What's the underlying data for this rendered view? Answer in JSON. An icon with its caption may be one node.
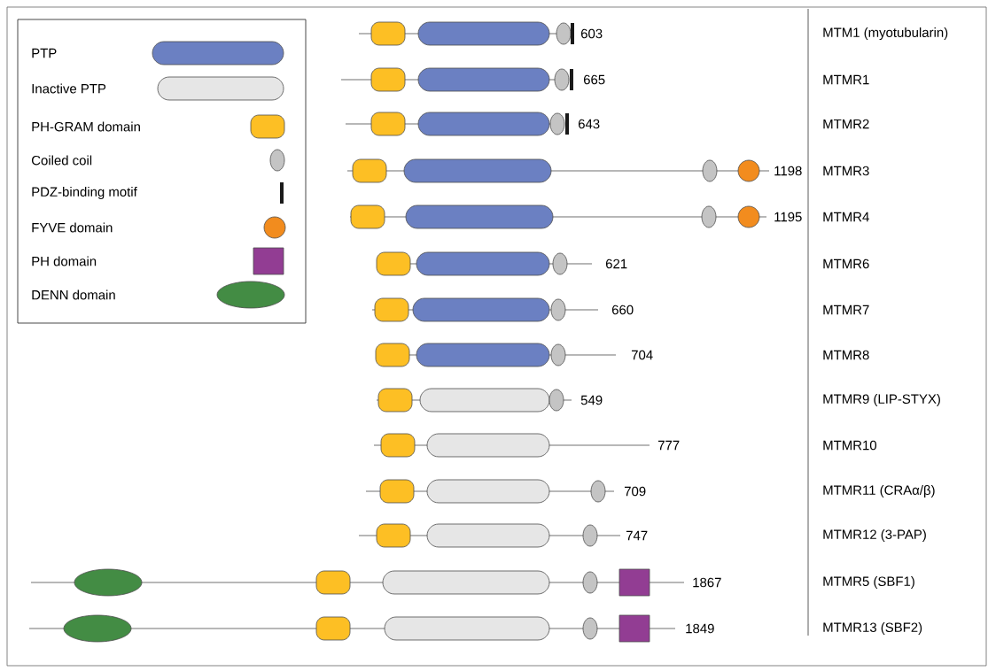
{
  "diagram": {
    "labels": [
      "603",
      "MTM1 (myotubularin)",
      "665",
      "MTMR1",
      "643",
      "MTMR2",
      "1198",
      "MTMR3",
      "1195",
      "MTMR4",
      "621",
      "MTMR6",
      "660",
      "MTMR7",
      "704",
      "MTMR8",
      "549",
      "MTMR9 (LIP-STYX)",
      "777",
      "MTMR10",
      "709",
      "MTMR11 (CRAα/β)",
      "747",
      "MTMR12 (3-PAP)",
      "1867",
      "MTMR5 (SBF1)",
      "1849",
      "MTMR13 (SBF2)"
    ],
    "legend": [
      {
        "text": "PTP",
        "color": "#6b80c2"
      },
      {
        "text": "Inactive PTP",
        "color": "#e6e6e6"
      },
      {
        "text": "PH-GRAM domain",
        "color": "#fdbf24"
      },
      {
        "text": "Coiled coil",
        "color": "#c4c4c4"
      },
      {
        "text": "PDZ-binding motif",
        "color": "#1a1a1a"
      },
      {
        "text": "FYVE domain",
        "color": "#f28c1e"
      },
      {
        "text": "PH domain",
        "color": "#923d93"
      },
      {
        "text": "DENN domain",
        "color": "#438c44"
      }
    ]
  }
}
